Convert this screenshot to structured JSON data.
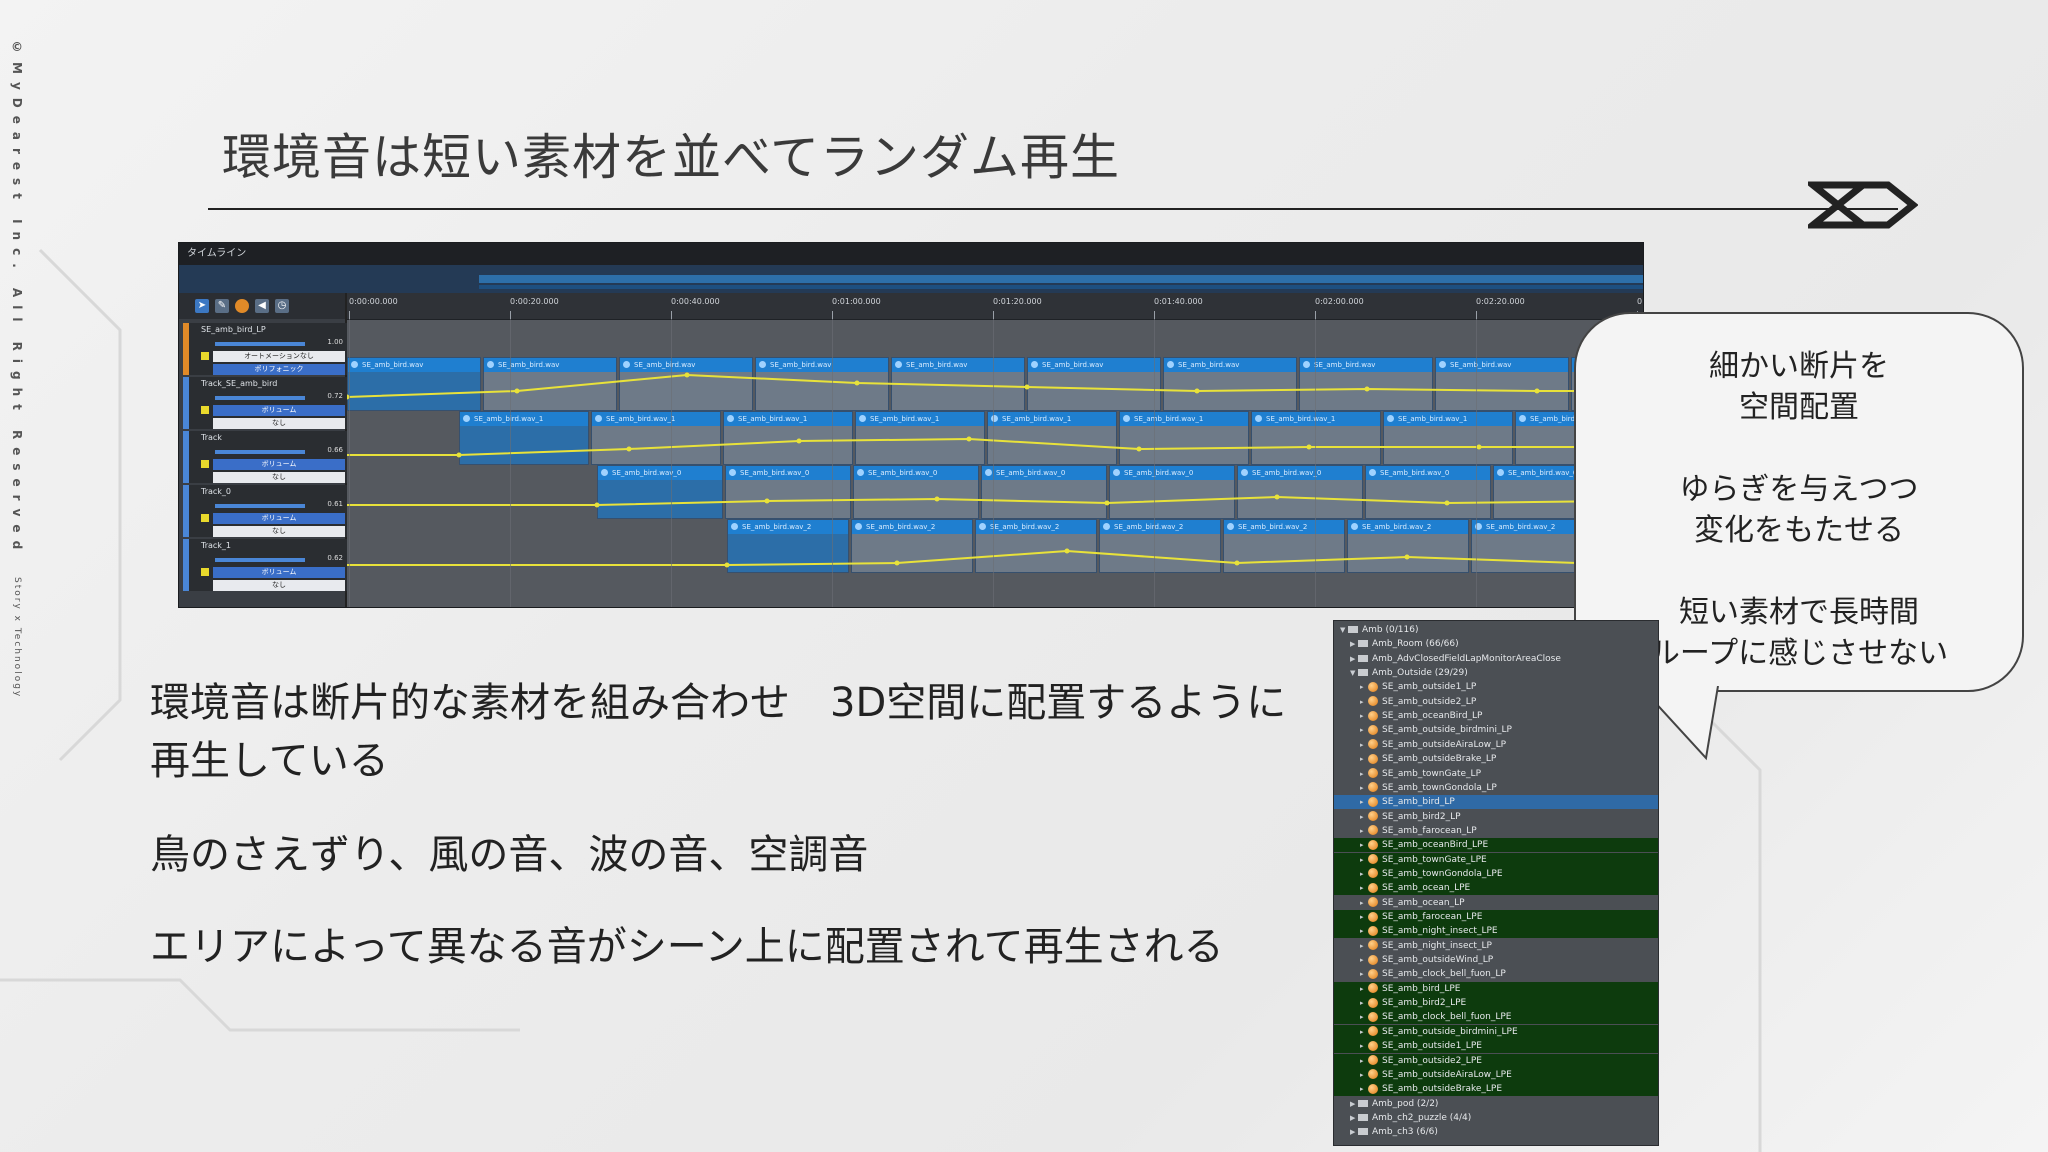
{
  "credit": {
    "main": "©MyDearest Inc. All Right Reserved",
    "sub": "Story x Technology"
  },
  "slide": {
    "title": "環境音は短い素材を並べてランダム再生"
  },
  "timeline": {
    "window_title": "タイムライン",
    "ruler": [
      "0:00:00.000",
      "0:00:20.000",
      "0:00:40.000",
      "0:01:00.000",
      "0:01:20.000",
      "0:01:40.000",
      "0:02:00.000",
      "0:02:20.000",
      "0"
    ],
    "tracks": [
      {
        "name": "SE_amb_bird_LP",
        "value": "1.00",
        "row2": "オートメーションなし",
        "row3": "ポリフォニック"
      },
      {
        "name": "Track_SE_amb_bird",
        "value": "0.72",
        "row2": "ボリューム",
        "row3": "なし"
      },
      {
        "name": "Track",
        "value": "0.66",
        "row2": "ボリューム",
        "row3": "なし"
      },
      {
        "name": "Track_0",
        "value": "0.61",
        "row2": "ボリューム",
        "row3": "なし"
      },
      {
        "name": "Track_1",
        "value": "0.62",
        "row2": "ボリューム",
        "row3": "なし"
      }
    ],
    "lanes": [
      {
        "clip": "SE_amb_bird.wav"
      },
      {
        "clip": "SE_amb_bird.wav_1"
      },
      {
        "clip": "SE_amb_bird.wav_0"
      },
      {
        "clip": "SE_amb_bird.wav_2"
      }
    ]
  },
  "bubble": {
    "text": "細かい断片を\n空間配置\n\nゆらぎを与えつつ\n変化をもたせる\n\n短い素材で長時間\nループに感じさせない"
  },
  "body": {
    "line1": "環境音は断片的な素材を組み合わせ　3D空間に配置するように",
    "line2": "再生している",
    "line3": "鳥のさえずり、風の音、波の音、空調音",
    "line4": "エリアによって異なる音がシーン上に配置されて再生される"
  },
  "tree": {
    "items": [
      {
        "label": "Amb (0/116)",
        "kind": "folder",
        "indent": 0,
        "style": ""
      },
      {
        "label": "Amb_Room (66/66)",
        "kind": "folder",
        "indent": 1,
        "style": ""
      },
      {
        "label": "Amb_AdvClosedFieldLapMonitorAreaClose",
        "kind": "folder",
        "indent": 1,
        "style": ""
      },
      {
        "label": "Amb_Outside (29/29)",
        "kind": "folder",
        "indent": 1,
        "style": ""
      },
      {
        "label": "SE_amb_outside1_LP",
        "kind": "cue",
        "indent": 2,
        "style": ""
      },
      {
        "label": "SE_amb_outside2_LP",
        "kind": "cue",
        "indent": 2,
        "style": ""
      },
      {
        "label": "SE_amb_oceanBird_LP",
        "kind": "cue",
        "indent": 2,
        "style": ""
      },
      {
        "label": "SE_amb_outside_birdmini_LP",
        "kind": "cue",
        "indent": 2,
        "style": ""
      },
      {
        "label": "SE_amb_outsideAiraLow_LP",
        "kind": "cue",
        "indent": 2,
        "style": ""
      },
      {
        "label": "SE_amb_outsideBrake_LP",
        "kind": "cue",
        "indent": 2,
        "style": ""
      },
      {
        "label": "SE_amb_townGate_LP",
        "kind": "cue",
        "indent": 2,
        "style": ""
      },
      {
        "label": "SE_amb_townGondola_LP",
        "kind": "cue",
        "indent": 2,
        "style": ""
      },
      {
        "label": "SE_amb_bird_LP",
        "kind": "cue",
        "indent": 2,
        "style": "sel"
      },
      {
        "label": "SE_amb_bird2_LP",
        "kind": "cue",
        "indent": 2,
        "style": ""
      },
      {
        "label": "SE_amb_farocean_LP",
        "kind": "cue",
        "indent": 2,
        "style": ""
      },
      {
        "label": "SE_amb_oceanBird_LPE",
        "kind": "cue",
        "indent": 2,
        "style": "green"
      },
      {
        "label": "SE_amb_townGate_LPE",
        "kind": "cue",
        "indent": 2,
        "style": "green"
      },
      {
        "label": "SE_amb_townGondola_LPE",
        "kind": "cue",
        "indent": 2,
        "style": "green"
      },
      {
        "label": "SE_amb_ocean_LPE",
        "kind": "cue",
        "indent": 2,
        "style": "green"
      },
      {
        "label": "SE_amb_ocean_LP",
        "kind": "cue",
        "indent": 2,
        "style": ""
      },
      {
        "label": "SE_amb_farocean_LPE",
        "kind": "cue",
        "indent": 2,
        "style": "green"
      },
      {
        "label": "SE_amb_night_insect_LPE",
        "kind": "cue",
        "indent": 2,
        "style": "green"
      },
      {
        "label": "SE_amb_night_insect_LP",
        "kind": "cue",
        "indent": 2,
        "style": ""
      },
      {
        "label": "SE_amb_outsideWind_LP",
        "kind": "cue",
        "indent": 2,
        "style": ""
      },
      {
        "label": "SE_amb_clock_bell_fuon_LP",
        "kind": "cue",
        "indent": 2,
        "style": ""
      },
      {
        "label": "SE_amb_bird_LPE",
        "kind": "cue",
        "indent": 2,
        "style": "green"
      },
      {
        "label": "SE_amb_bird2_LPE",
        "kind": "cue",
        "indent": 2,
        "style": "green"
      },
      {
        "label": "SE_amb_clock_bell_fuon_LPE",
        "kind": "cue",
        "indent": 2,
        "style": "green"
      },
      {
        "label": "SE_amb_outside_birdmini_LPE",
        "kind": "cue",
        "indent": 2,
        "style": "green"
      },
      {
        "label": "SE_amb_outside1_LPE",
        "kind": "cue",
        "indent": 2,
        "style": "green"
      },
      {
        "label": "SE_amb_outside2_LPE",
        "kind": "cue",
        "indent": 2,
        "style": "green"
      },
      {
        "label": "SE_amb_outsideAiraLow_LPE",
        "kind": "cue",
        "indent": 2,
        "style": "green"
      },
      {
        "label": "SE_amb_outsideBrake_LPE",
        "kind": "cue",
        "indent": 2,
        "style": "green"
      },
      {
        "label": "Amb_pod (2/2)",
        "kind": "folder",
        "indent": 1,
        "style": ""
      },
      {
        "label": "Amb_ch2_puzzle (4/4)",
        "kind": "folder",
        "indent": 1,
        "style": ""
      },
      {
        "label": "Amb_ch3 (6/6)",
        "kind": "folder",
        "indent": 1,
        "style": ""
      }
    ]
  }
}
